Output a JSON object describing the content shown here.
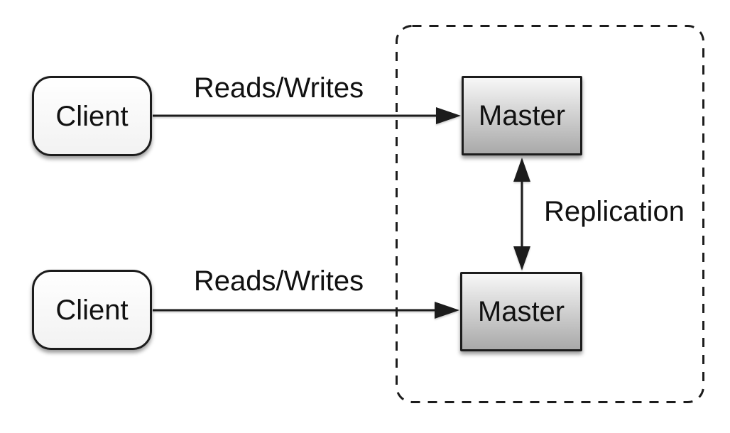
{
  "nodes": {
    "client_top": {
      "label": "Client"
    },
    "client_bottom": {
      "label": "Client"
    },
    "master_top": {
      "label": "Master"
    },
    "master_bottom": {
      "label": "Master"
    }
  },
  "edges": {
    "reads_writes_top": {
      "label": "Reads/Writes"
    },
    "reads_writes_bottom": {
      "label": "Reads/Writes"
    },
    "replication": {
      "label": "Replication"
    }
  },
  "colors": {
    "background": "#ffffff",
    "stroke": "#1c1c1c",
    "node-fill": "#ffffff",
    "master-fill-top": "#f7f7f7",
    "master-fill-bottom": "#a9a9a9",
    "text": "#111111"
  }
}
